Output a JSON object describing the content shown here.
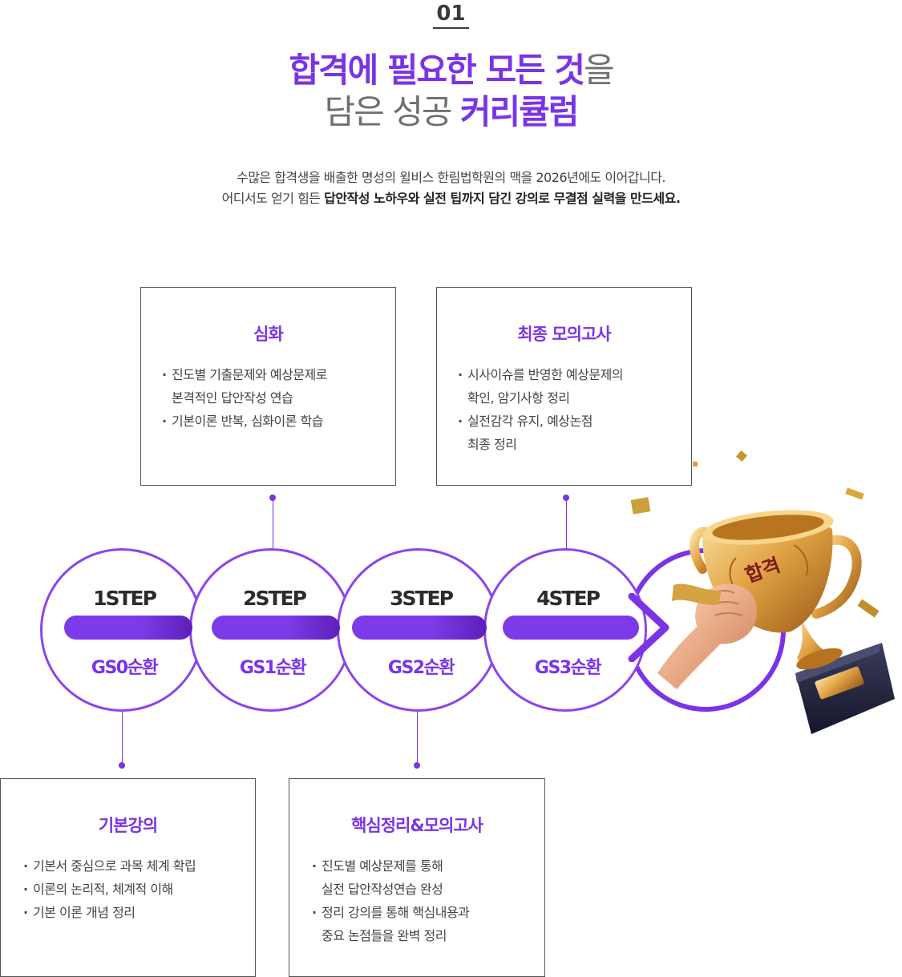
{
  "section": {
    "number": "01"
  },
  "headline": {
    "line1_a": "합격에 필요한 모든 것",
    "line1_b": "을",
    "line2_a": "담은 성공 ",
    "line2_b": "커리큘럼"
  },
  "description": {
    "line1": "수많은 합격생을 배출한 명성의 윌비스 한림법학원의 맥을 2026년에도 이어갑니다.",
    "line2_a": "어디서도 얻기 힘든 ",
    "line2_b": "답안작성 노하우와 실전 팁까지 담긴 강의로 무결점 실력을 만드세요."
  },
  "steps": [
    {
      "label": "1STEP",
      "sub": "GS0순환"
    },
    {
      "label": "2STEP",
      "sub": "GS1순환"
    },
    {
      "label": "3STEP",
      "sub": "GS2순환"
    },
    {
      "label": "4STEP",
      "sub": "GS3순환"
    }
  ],
  "trophy": {
    "badge": "합격",
    "icon": "trophy-fist-icon"
  },
  "cards": {
    "basic": {
      "title": "기본강의",
      "items": [
        "기본서 중심으로 과목 체계 확립",
        "이론의 논리적, 체계적 이해",
        "기본 이론 개념 정리"
      ]
    },
    "advanced": {
      "title": "심화",
      "items": [
        "진도별 기출문제와 예상문제로",
        "본격적인 답안작성 연습",
        "기본이론 반복, 심화이론 학습"
      ]
    },
    "core": {
      "title": "핵심정리&모의고사",
      "items": [
        "진도별 예상문제를 통해",
        "실전 답안작성연습 완성",
        "정리 강의를 통해 핵심내용과",
        "중요 논점들을 완벽 정리"
      ]
    },
    "final": {
      "title": "최종 모의고사",
      "items": [
        "시사이슈를 반영한 예상문제의",
        "확인, 암기사항 정리",
        "실전감각 유지, 예상논점",
        "최종 정리"
      ]
    }
  },
  "colors": {
    "accent": "#7a34e6",
    "text": "#333333",
    "gold": "#e0a640"
  }
}
